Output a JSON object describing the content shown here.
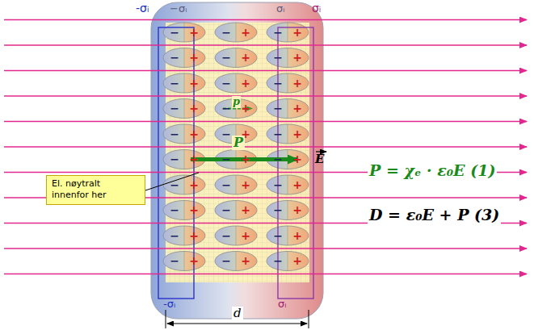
{
  "diagram": {
    "nodes": [
      {
        "text": [
          "El. nøytralt innenfor her"
        ]
      }
    ],
    "labels": [
      "-σᵢ",
      "−σᵢ",
      "σᵢ",
      "σᵢ",
      "p",
      "P",
      "E",
      "P = χₑ · ε₀E  (1)",
      "D = ε₀E  + P  (3)",
      "-σᵢ",
      "σᵢ",
      "d",
      "−",
      "+",
      "−",
      "+",
      "−",
      "+",
      "−",
      "+",
      "−",
      "+",
      "−",
      "+",
      "−",
      "+",
      "−",
      "+",
      "−",
      "+",
      "−",
      "+",
      "−",
      "+",
      "−",
      "+",
      "−",
      "+",
      "−",
      "+",
      "−",
      "+",
      "−",
      "+",
      "−",
      "+",
      "−",
      "+",
      "−",
      "+",
      "−",
      "+",
      "−",
      "+",
      "−",
      "+",
      "−",
      "+",
      "−",
      "+",
      "−",
      "+",
      "−",
      "+",
      "−",
      "+",
      "−",
      "+",
      "−",
      "+",
      "−",
      "+"
    ]
  }
}
